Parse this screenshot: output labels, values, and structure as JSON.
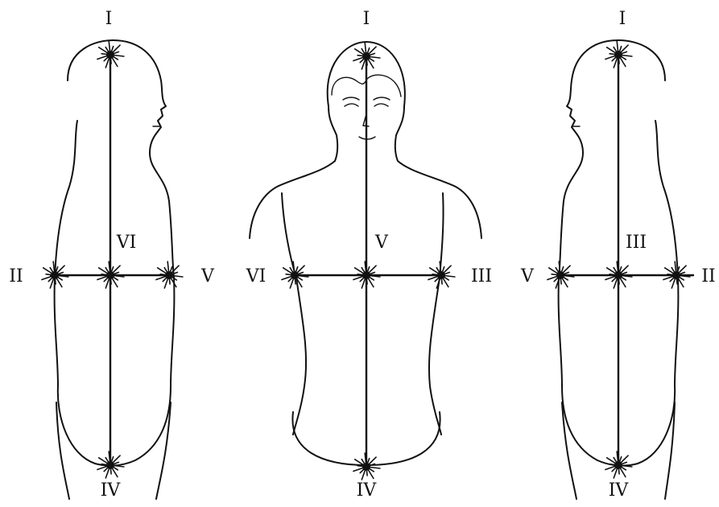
{
  "figures": [
    {
      "view": "left",
      "labels": {
        "top": "I",
        "left": "II",
        "right": "V",
        "center": "VI",
        "bottom": "IV"
      }
    },
    {
      "view": "front",
      "labels": {
        "top": "I",
        "left": "VI",
        "right": "III",
        "center": "V",
        "bottom": "IV"
      }
    },
    {
      "view": "right",
      "labels": {
        "top": "I",
        "left": "V",
        "right": "II",
        "center": "III",
        "bottom": "IV"
      }
    }
  ]
}
